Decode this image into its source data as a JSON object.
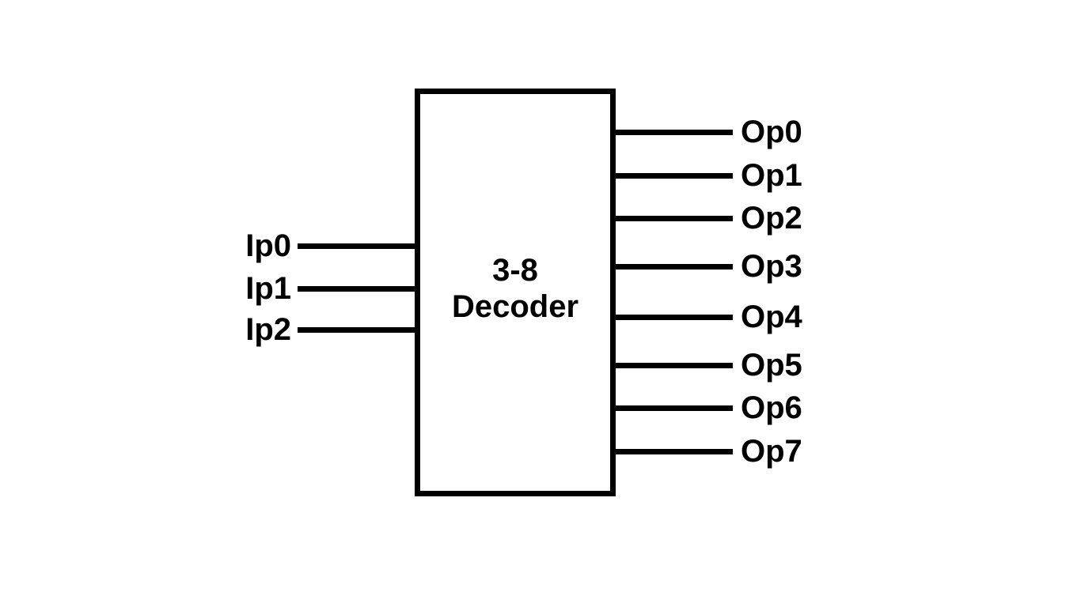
{
  "diagram": {
    "title_lines": [
      "3-8",
      "Decoder"
    ],
    "inputs": [
      "Ip0",
      "Ip1",
      "Ip2"
    ],
    "outputs": [
      "Op0",
      "Op1",
      "Op2",
      "Op3",
      "Op4",
      "Op5",
      "Op6",
      "Op7"
    ],
    "colors": {
      "stroke": "#000000",
      "background": "#ffffff",
      "text": "#000000"
    }
  }
}
